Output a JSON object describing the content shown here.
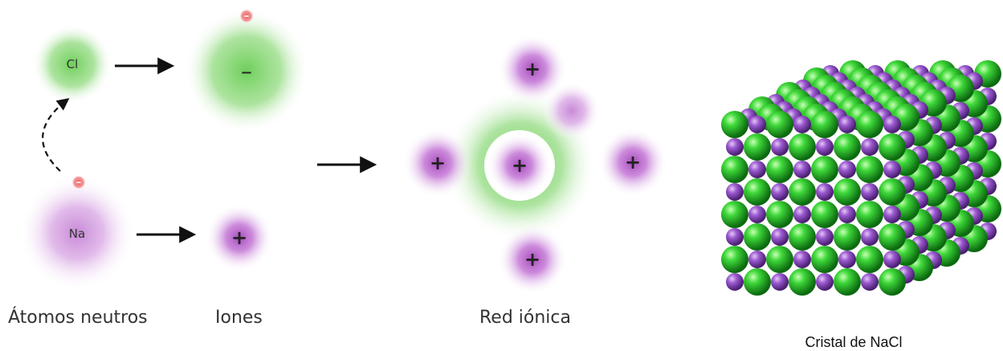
{
  "stages": {
    "neutral_atoms": "Átomos neutros",
    "ions": "Iones",
    "ionic_lattice": "Red iónica"
  },
  "atoms": {
    "chlorine": "Cl",
    "sodium": "Na"
  },
  "signs": {
    "positive": "+",
    "negative": "–",
    "electron": "–"
  },
  "crystal": {
    "caption": "Cristal de NaCl",
    "rows": 8,
    "cols": 8,
    "colors": {
      "chlorine": "#2ecc40",
      "sodium": "#9b59d0"
    }
  },
  "colors": {
    "chlorine_glow": "#7fd36a",
    "sodium_glow": "#b469c8",
    "electron": "#e04a4a",
    "arrow": "#111111"
  }
}
